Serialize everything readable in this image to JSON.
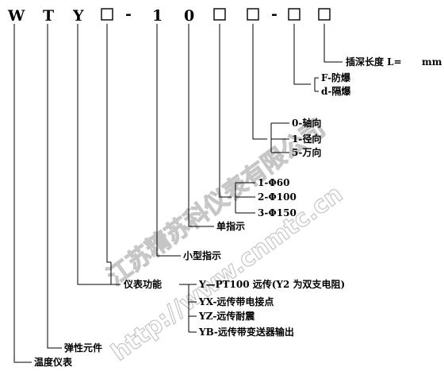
{
  "code_parts": [
    "W",
    "T",
    "Y",
    "□",
    "-",
    "1",
    "0",
    "□",
    "□",
    "-",
    "□",
    "□"
  ],
  "labels": {
    "probe_length": "插深长度 L=",
    "probe_length_unit": "mm",
    "explosion_proof": "F-防爆",
    "isolation_explosion_proof": "d-隔爆",
    "axial": "0-轴向",
    "radial": "1-径向",
    "universal": "5-万向",
    "phi60": "1-Φ60",
    "phi100": "2-Φ100",
    "phi150": "3-Φ150",
    "single_pointer": "单指示",
    "small_pointer": "小型指示",
    "instrument_function": "仪表功能",
    "remote_y": "Y—PT100 远传(Y2 为双支电阻)",
    "remote_yx": "YX-远传带电接点",
    "remote_yz": "YZ-远传耐震",
    "remote_yb": "YB-远传带变送器输出",
    "elastic_element": "弹性元件",
    "thermometer": "温度仪表"
  },
  "watermark": {
    "cn": "江苏精苏科仪表有限公司",
    "url": "http://www.cnmtc.cn"
  }
}
